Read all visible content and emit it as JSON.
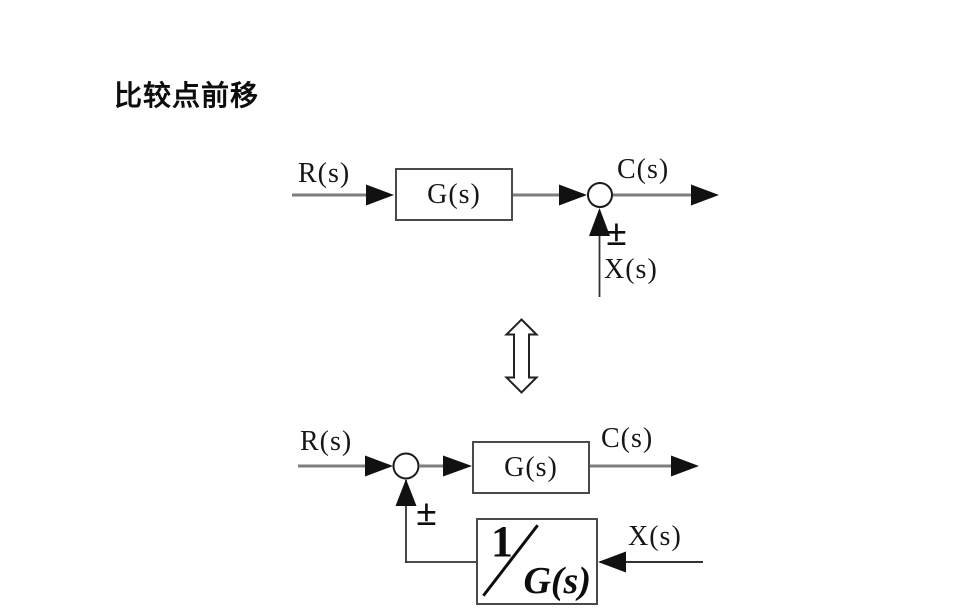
{
  "title": "比较点前移",
  "top_diagram": {
    "input_label": "R(s)",
    "forward_block": "G(s)",
    "output_label": "C(s)",
    "sign_label": "±",
    "branch_input_label": "X(s)"
  },
  "bottom_diagram": {
    "input_label": "R(s)",
    "forward_block": "G(s)",
    "output_label": "C(s)",
    "sign_label": "±",
    "branch_input_label": "X(s)",
    "feedback_block": {
      "numerator": "1",
      "denominator": "G(s)"
    }
  },
  "colors": {
    "background": "#ffffff",
    "main_line": "#7d7d7d",
    "thin_line": "#333333",
    "arrowhead": "#111111",
    "box_border": "#4a4a4a",
    "text": "#161616"
  }
}
